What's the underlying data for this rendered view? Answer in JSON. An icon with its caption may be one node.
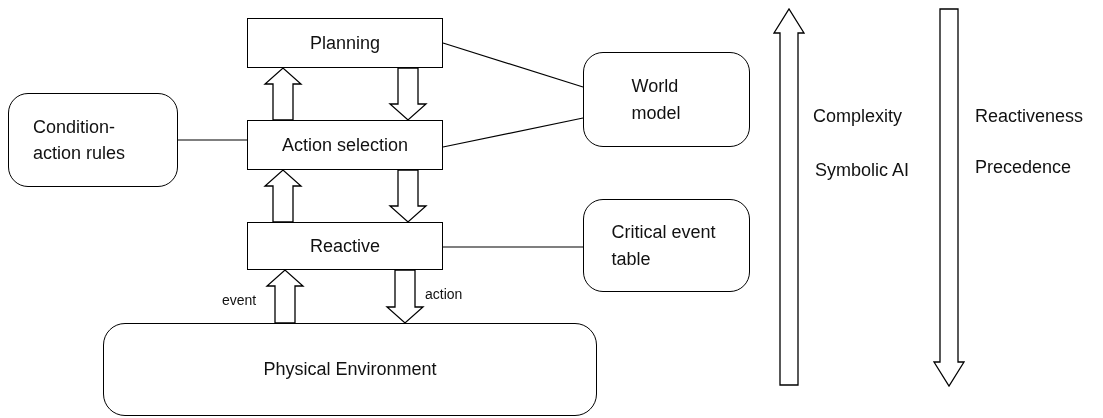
{
  "diagram": {
    "nodes": [
      {
        "text": [
          "Planning"
        ]
      },
      {
        "text": [
          "Action selection"
        ]
      },
      {
        "text": [
          "Reactive"
        ]
      },
      {
        "text": [
          "Physical Environment"
        ]
      },
      {
        "text": [
          "Condition-action rules"
        ]
      },
      {
        "text": [
          "World model"
        ]
      },
      {
        "text": [
          "Critical event table"
        ]
      }
    ],
    "edges": [
      {
        "from": 1,
        "to": 0,
        "arrow": "to"
      },
      {
        "from": 0,
        "to": 1,
        "arrow": "to"
      },
      {
        "from": 2,
        "to": 1,
        "arrow": "to"
      },
      {
        "from": 1,
        "to": 2,
        "arrow": "to"
      },
      {
        "from": 3,
        "to": 2,
        "arrow": "to",
        "label": "event"
      },
      {
        "from": 2,
        "to": 3,
        "arrow": "to",
        "label": "action"
      },
      {
        "from": 0,
        "to": 5,
        "arrow": "none"
      },
      {
        "from": 1,
        "to": 5,
        "arrow": "none"
      },
      {
        "from": 4,
        "to": 1,
        "arrow": "none"
      },
      {
        "from": 2,
        "to": 6,
        "arrow": "none"
      }
    ],
    "labels": [
      "Complexity",
      "Reactiveness",
      "Symbolic AI",
      "Precedence"
    ]
  }
}
